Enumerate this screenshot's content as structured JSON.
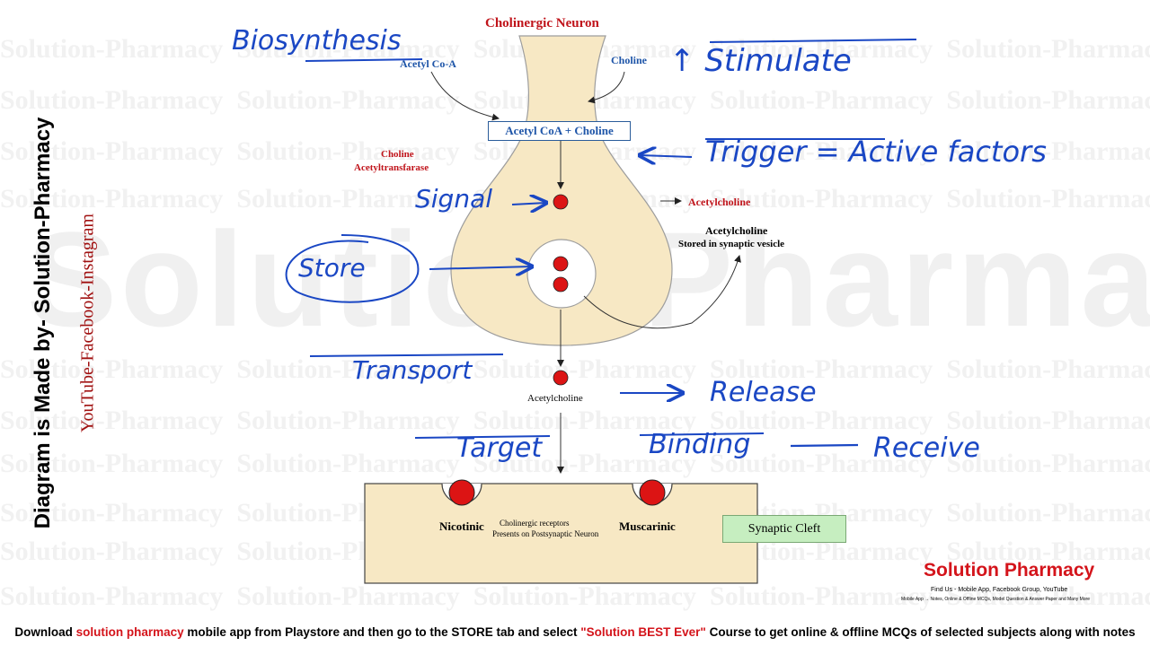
{
  "watermark": {
    "small_text": "Solution-Pharmacy",
    "large_text": "Solution-Pharmacy"
  },
  "side": {
    "title": "Diagram is Made by- Solution-Pharmacy",
    "subtitle": "YouTube-Facebook-Instagram"
  },
  "diagram": {
    "title": "Cholinergic Neuron",
    "acetyl_coa_label": "Acetyl Co-A",
    "choline_label": "Choline",
    "combined_box": "Acetyl CoA + Choline",
    "enzyme_line1": "Choline",
    "enzyme_line2": "Acetyltransfarase",
    "ach_right_label": "Acetylcholine",
    "vesicle_line1": "Acetylcholine",
    "vesicle_line2": "Stored in synaptic vesicle",
    "released_label": "Acetylcholine",
    "nicotinic_label": "Nicotinic",
    "muscarinic_label": "Muscarinic",
    "receptors_line1": "Cholinergic receptors",
    "receptors_line2": "Presents on Postsynaptic Neuron",
    "cleft_label": "Synaptic Cleft",
    "colors": {
      "neuron_fill": "#f7e8c4",
      "dot_red": "#dc1414",
      "annotation_blue": "#1a47c4"
    }
  },
  "handwriting": {
    "biosynthesis": "Biosynthesis",
    "stimulate": "↑ Stimulate",
    "trigger": "Trigger = Active factors",
    "signal": "Signal",
    "store": "Store",
    "transport": "Transport",
    "release": "Release",
    "target": "Target",
    "binding": "Binding",
    "receive": "Receive"
  },
  "brand": {
    "name": "Solution Pharmacy",
    "find_us": "Find Us  -  Mobile App, Facebook Group, YouTube",
    "details": "Mobile App → Notes, Online & Offline MCQs, Model Question & Answer Paper and Many More"
  },
  "footer": {
    "part1": "Download",
    "part2": "solution pharmacy",
    "part3": "mobile app from Playstore and then go to the STORE tab and select",
    "part4": "\"Solution BEST Ever\"",
    "part5": "Course to get online & offline MCQs of selected subjects along with notes"
  }
}
